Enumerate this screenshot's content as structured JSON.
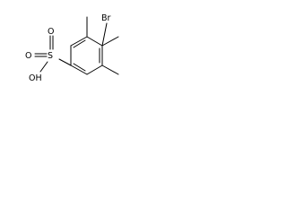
{
  "structure": {
    "atoms": [
      {
        "id": "sulfur",
        "label": "S"
      },
      {
        "id": "oxygen-top",
        "label": "O"
      },
      {
        "id": "oxygen-left",
        "label": "O"
      },
      {
        "id": "hydroxyl",
        "label": "OH"
      },
      {
        "id": "bromine",
        "label": "Br"
      }
    ]
  },
  "colors": {
    "bond": "#000000",
    "label": "#000000",
    "background": "#ffffff"
  }
}
